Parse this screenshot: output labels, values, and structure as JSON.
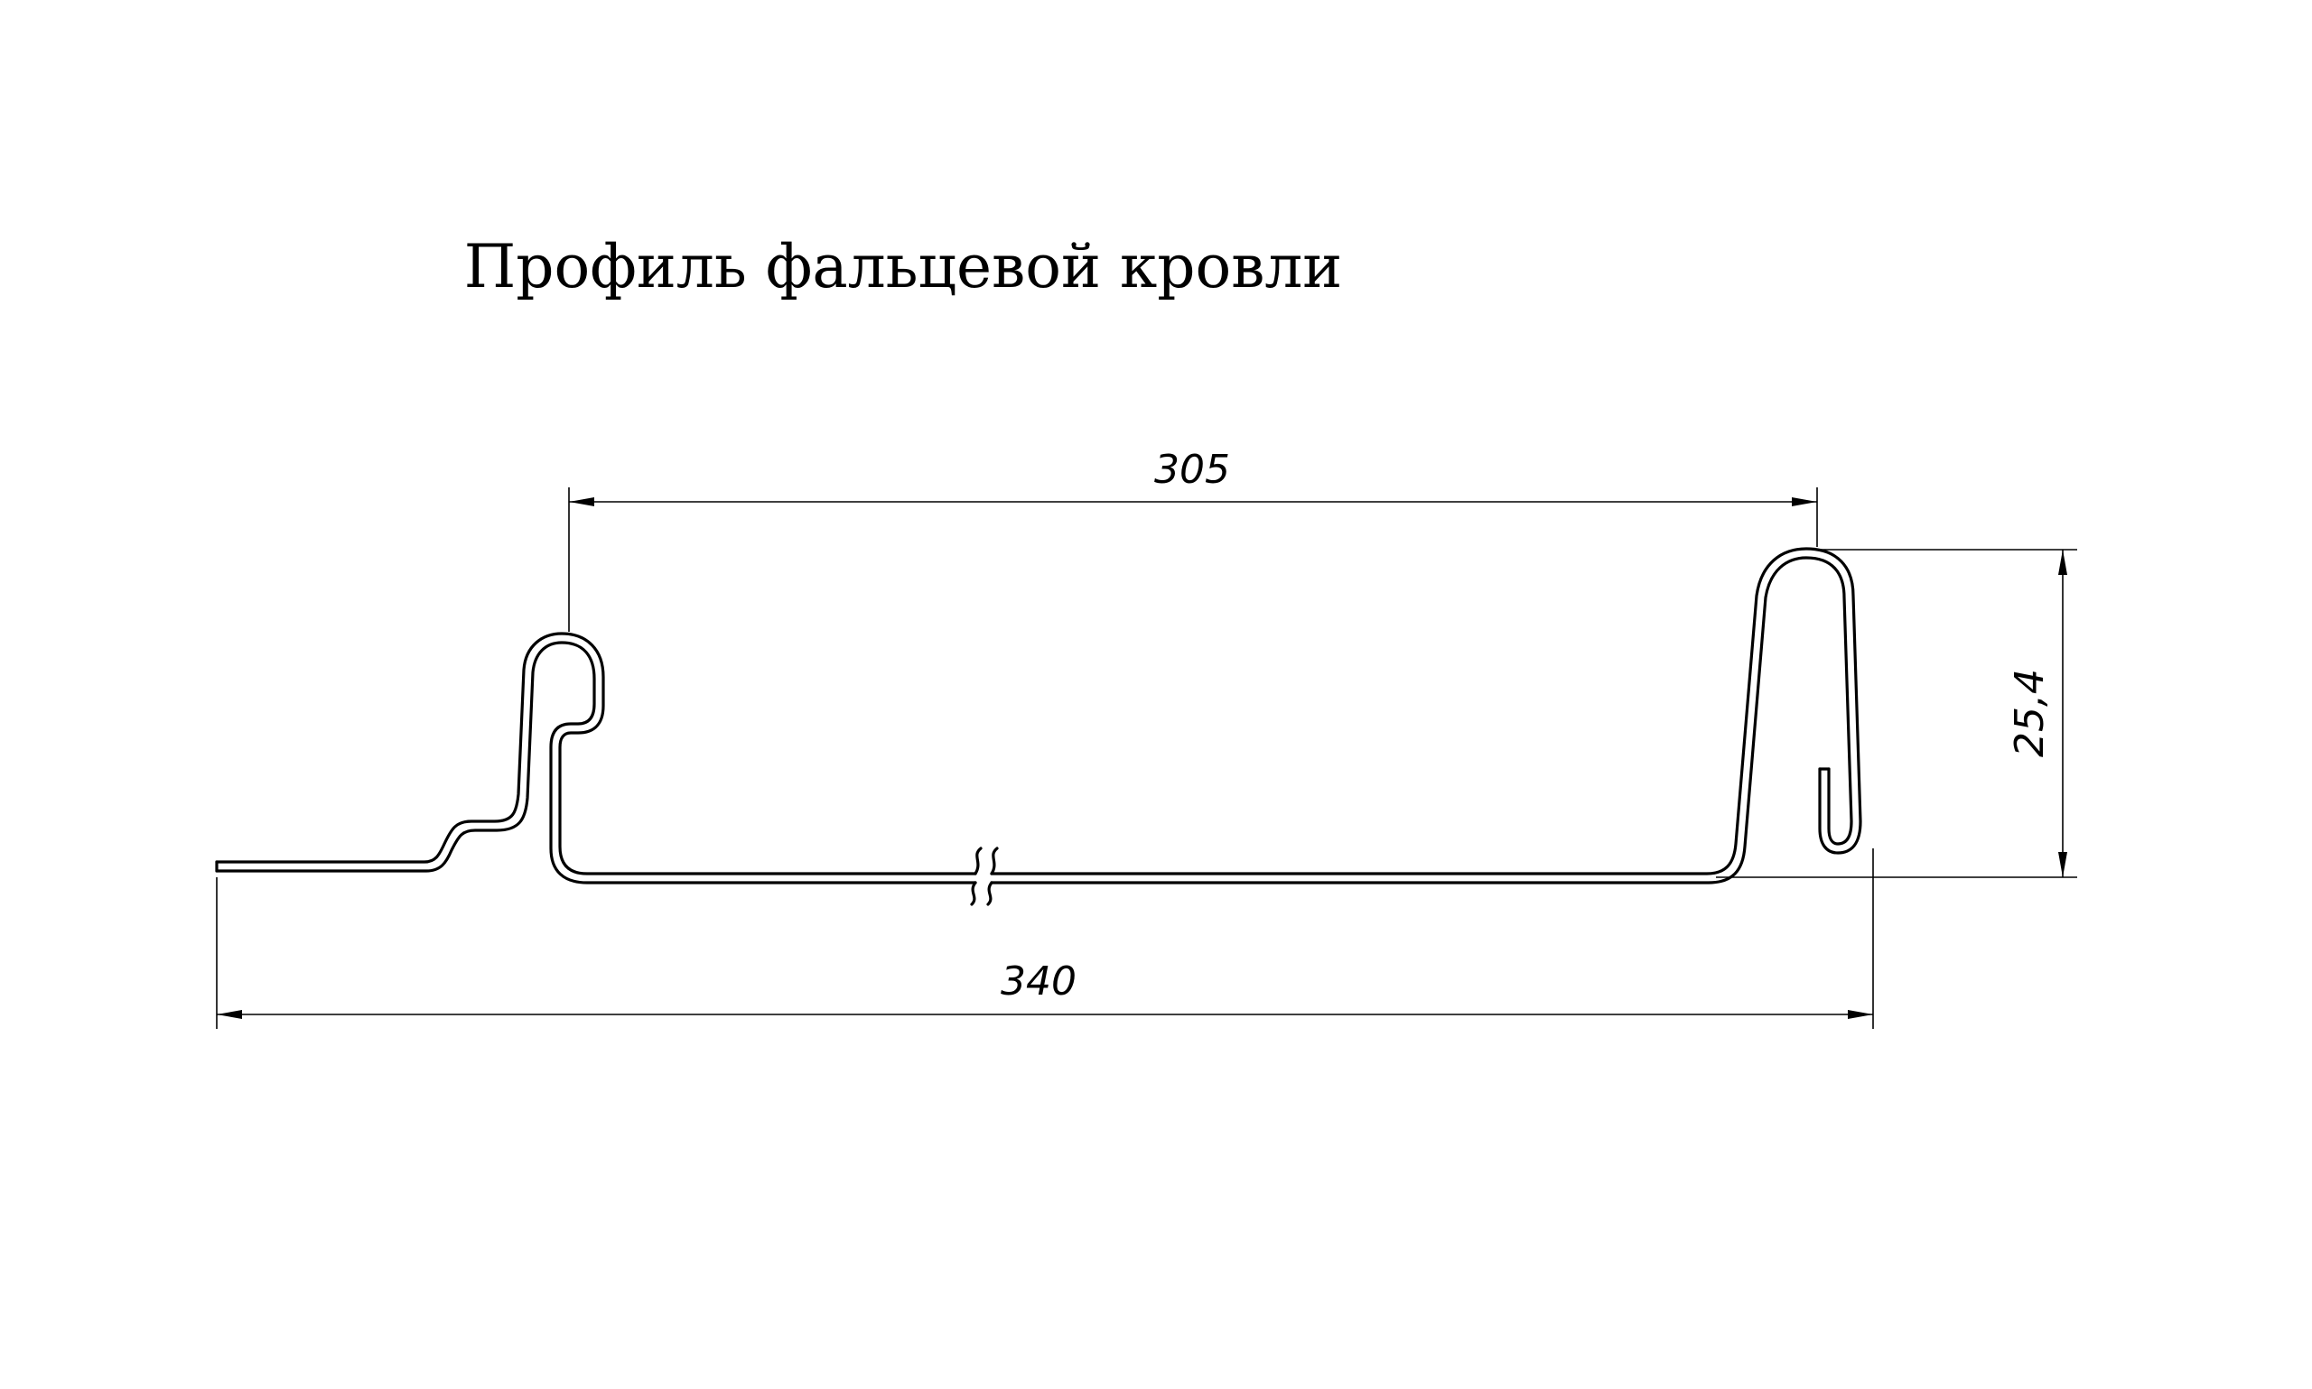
{
  "title": "Профиль фальцевой кровли",
  "dimensions": {
    "seam_pitch": "305",
    "total_width": "340",
    "seam_height": "25,4"
  },
  "colors": {
    "background": "#ffffff",
    "line": "#000000"
  }
}
